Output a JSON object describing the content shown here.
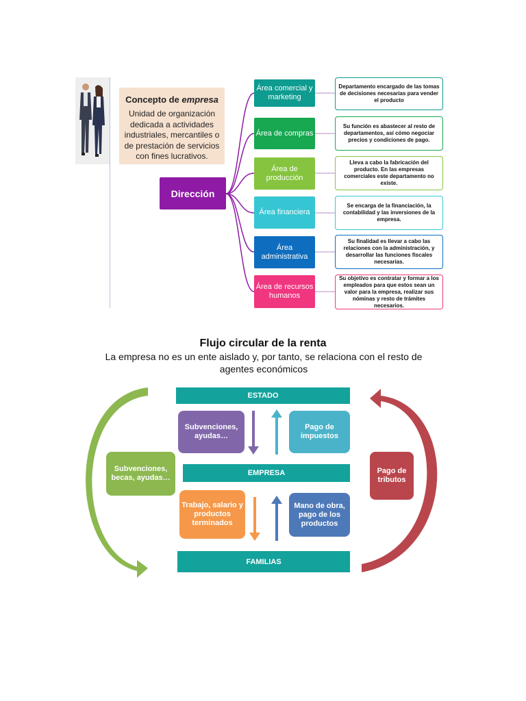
{
  "concept": {
    "title_prefix": "Concepto de ",
    "title_emph": "empresa",
    "description": "Unidad de organización dedicada a actividades industriales, mercantiles o de prestación de servicios con fines lucrativos."
  },
  "direction_label": "Dirección",
  "areas": [
    {
      "label": "Área comercial y marketing",
      "color": "#0e9b90",
      "description": "Departamento encargado de las tomas de decisiones necesarias para vender el producto"
    },
    {
      "label": "Área de compras",
      "color": "#17a851",
      "description": "Su función es abastecer al resto de departamentos, así cómo negociar precios y condiciones de pago."
    },
    {
      "label": "Área de producción",
      "color": "#86c440",
      "description": "Lleva a cabo la fabricación del producto. En las empresas comerciales este departamento no existe."
    },
    {
      "label": "Área financiera",
      "color": "#36c6d3",
      "description": "Se encarga de la financiación, la contabilidad y las inversiones de la empresa."
    },
    {
      "label": "Área administrativa",
      "color": "#0f6dbf",
      "description": "Su finalidad es llevar a cabo las relaciones con la administración, y desarrollar las funciones fiscales necesarias."
    },
    {
      "label": "Área de recursos humanos",
      "color": "#f0367f",
      "description": "Su objetivo es contratar y formar a los empleados para que estos sean un valor para la empresa, realizar sus nóminas y resto de trámites necesarios."
    }
  ],
  "flow": {
    "title": "Flujo circular de la renta",
    "subtitle": "La empresa no es un ente aislado y, por tanto, se relaciona con el resto de agentes económicos",
    "estado": "ESTADO",
    "empresa": "EMPRESA",
    "familias": "FAMILIAS",
    "subvenciones_ayudas": "Subvenciones, ayudas…",
    "pago_impuestos": "Pago de impuestos",
    "subvenciones_becas": "Subvenciones, becas, ayudas…",
    "pago_tributos": "Pago de tributos",
    "trabajo": "Trabajo, salario y productos terminados",
    "mano_obra": "Mano de obra, pago de los productos",
    "colors": {
      "teal": "#13a29c",
      "purple": "#8167aa",
      "cyan": "#4bb3c9",
      "green": "#8cb84f",
      "red": "#b9464c",
      "orange": "#f5984a",
      "blue": "#4e79b8"
    }
  }
}
